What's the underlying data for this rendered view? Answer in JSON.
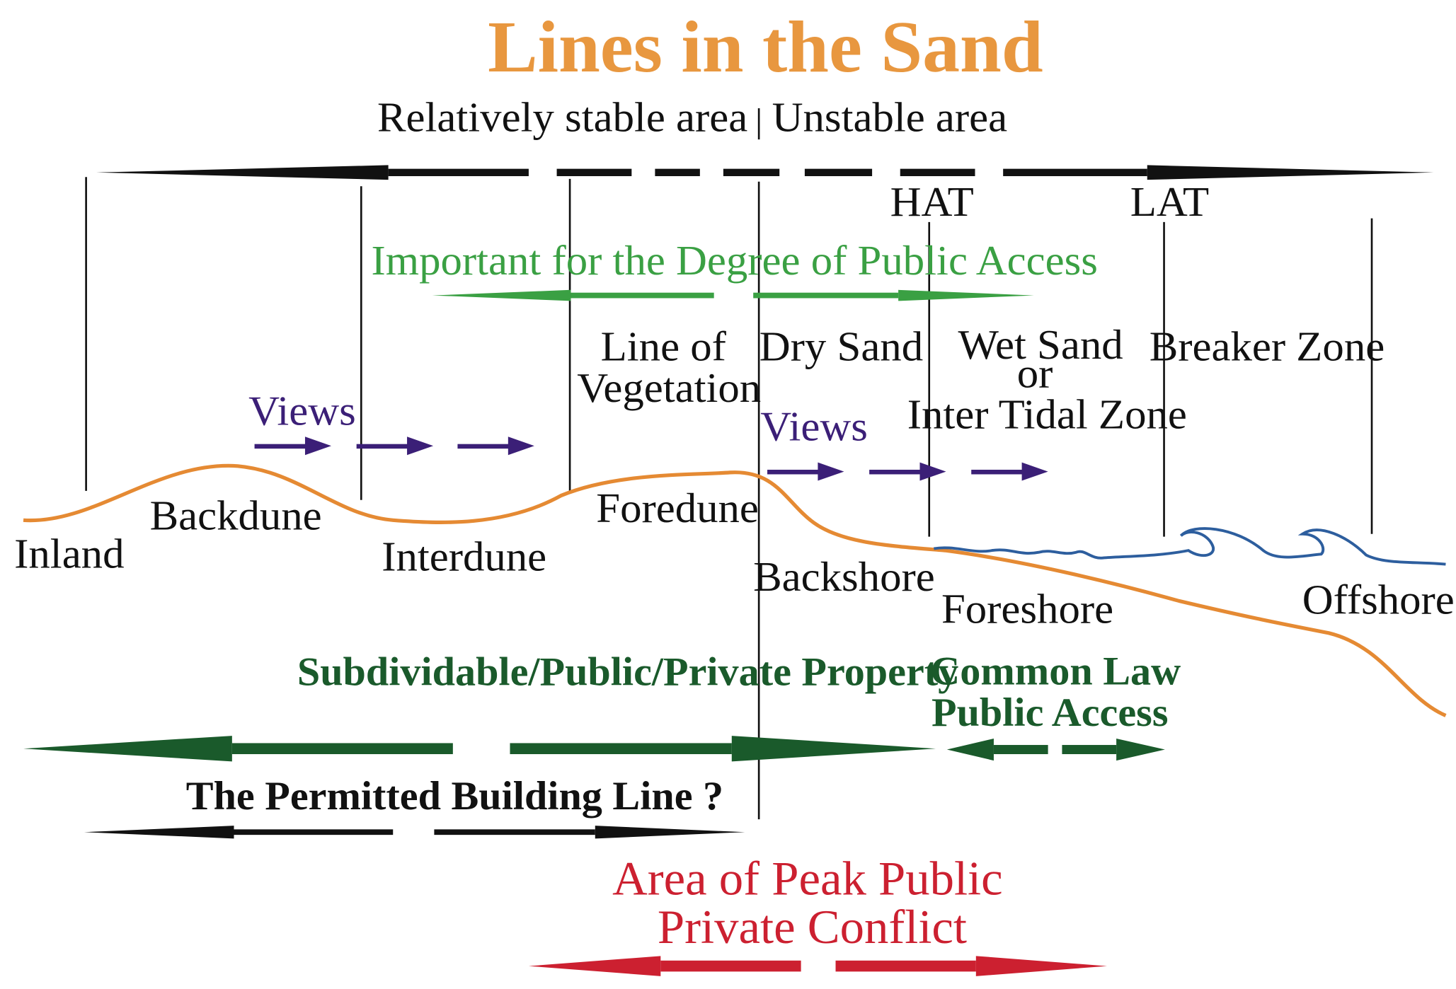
{
  "title": "Lines in the Sand",
  "top_labels": {
    "stable": "Relatively stable area",
    "unstable": "Unstable area",
    "hat": "HAT",
    "lat": "LAT"
  },
  "public_access_label": "Important for the Degree of Public Access",
  "zone_labels": {
    "line_of_vegetation_1": "Line of",
    "line_of_vegetation_2": "Vegetation",
    "dry_sand": "Dry Sand",
    "wet_sand_1": "Wet Sand",
    "wet_sand_2": "or",
    "wet_sand_3": "Inter Tidal Zone",
    "breaker_zone": "Breaker Zone"
  },
  "views_label": "Views",
  "profile_labels": {
    "inland": "Inland",
    "backdune": "Backdune",
    "interdune": "Interdune",
    "foredune": "Foredune",
    "backshore": "Backshore",
    "foreshore": "Foreshore",
    "offshore": "Offshore"
  },
  "property_label": "Subdividable/Public/Private Property",
  "common_law_1": "Common Law",
  "common_law_2": "Public Access",
  "building_line_label": "The Permitted Building Line ?",
  "conflict_1": "Area of Peak Public",
  "conflict_2": "Private Conflict",
  "colors": {
    "title": "#E8973F",
    "sand": "#E58A33",
    "water": "#2D5E9E",
    "green_light": "#3AA043",
    "green_dark": "#1A5A2B",
    "purple": "#3B1F77",
    "red": "#CC2030",
    "black": "#111111"
  }
}
